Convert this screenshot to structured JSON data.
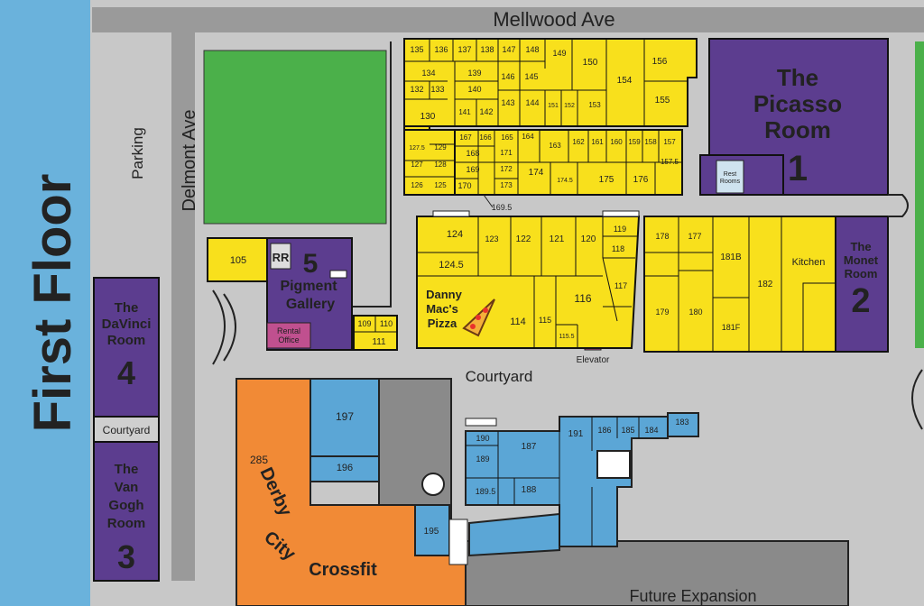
{
  "title": "First Floor",
  "streets": {
    "mellwood": "Mellwood Ave",
    "delmont": "Delmont Ave",
    "parking": "Parking",
    "courtyard_main": "Courtyard",
    "courtyard_small": "Courtyard",
    "future": "Future Expansion",
    "elevator": "Elevator"
  },
  "rooms": {
    "picasso": {
      "line1": "The",
      "line2": "Picasso",
      "line3": "Room",
      "num": "1"
    },
    "monet": {
      "line1": "The",
      "line2": "Monet",
      "line3": "Room",
      "num": "2"
    },
    "vangogh": {
      "line1": "The",
      "line2": "Van",
      "line3": "Gogh",
      "line4": "Room",
      "num": "3"
    },
    "davinci": {
      "line1": "The",
      "line2": "DaVinci",
      "line3": "Room",
      "num": "4"
    },
    "pigment": {
      "num": "5",
      "line1": "Pigment",
      "line2": "Gallery"
    }
  },
  "labels": {
    "rr": "RR",
    "rental": "Rental",
    "office": "Office",
    "rest1": "Rest",
    "rest2": "Rooms",
    "kitchen": "Kitchen",
    "pizza1": "Danny",
    "pizza2": "Mac's",
    "pizza3": "Pizza",
    "derby": "Derby",
    "city": "City",
    "crossfit": "Crossfit",
    "u285": "285"
  },
  "units_top": [
    "135",
    "136",
    "137",
    "138",
    "147",
    "148",
    "149",
    "150",
    "154",
    "156",
    "155",
    "134",
    "139",
    "146",
    "145",
    "132",
    "133",
    "140",
    "130",
    "141",
    "142",
    "143",
    "144",
    "151",
    "152",
    "153",
    "167",
    "166",
    "165",
    "164",
    "163",
    "162",
    "161",
    "160",
    "159",
    "158",
    "157",
    "127.5",
    "129",
    "168",
    "171",
    "157.5",
    "127",
    "128",
    "169",
    "172",
    "174",
    "174.5",
    "175",
    "176",
    "126",
    "125",
    "170",
    "173",
    "169.5"
  ],
  "units_mid": [
    "105",
    "124",
    "123",
    "122",
    "121",
    "120",
    "119",
    "118",
    "124.5",
    "117",
    "116",
    "114",
    "115",
    "115.5",
    "109",
    "110",
    "111"
  ],
  "units_right": [
    "178",
    "177",
    "181B",
    "182",
    "179",
    "180",
    "181F"
  ],
  "units_blue": [
    "197",
    "196",
    "190",
    "187",
    "191",
    "186",
    "185",
    "184",
    "183",
    "189",
    "189.5",
    "188",
    "195"
  ],
  "colors": {
    "road": "#c8c8c8",
    "street": "#9a9a9a",
    "dark_gray": "#8a8a8a",
    "grass": "#4bb04a",
    "sidebar": "#6ab2dc",
    "title": "#f6e23a",
    "yellow": "#f8e01c",
    "purple": "#5c3d8f",
    "room_text": "#f6e23a",
    "blue": "#5ba6d6",
    "orange": "#f18a36",
    "pink": "#c0508f",
    "pizza": "#e8322b"
  }
}
